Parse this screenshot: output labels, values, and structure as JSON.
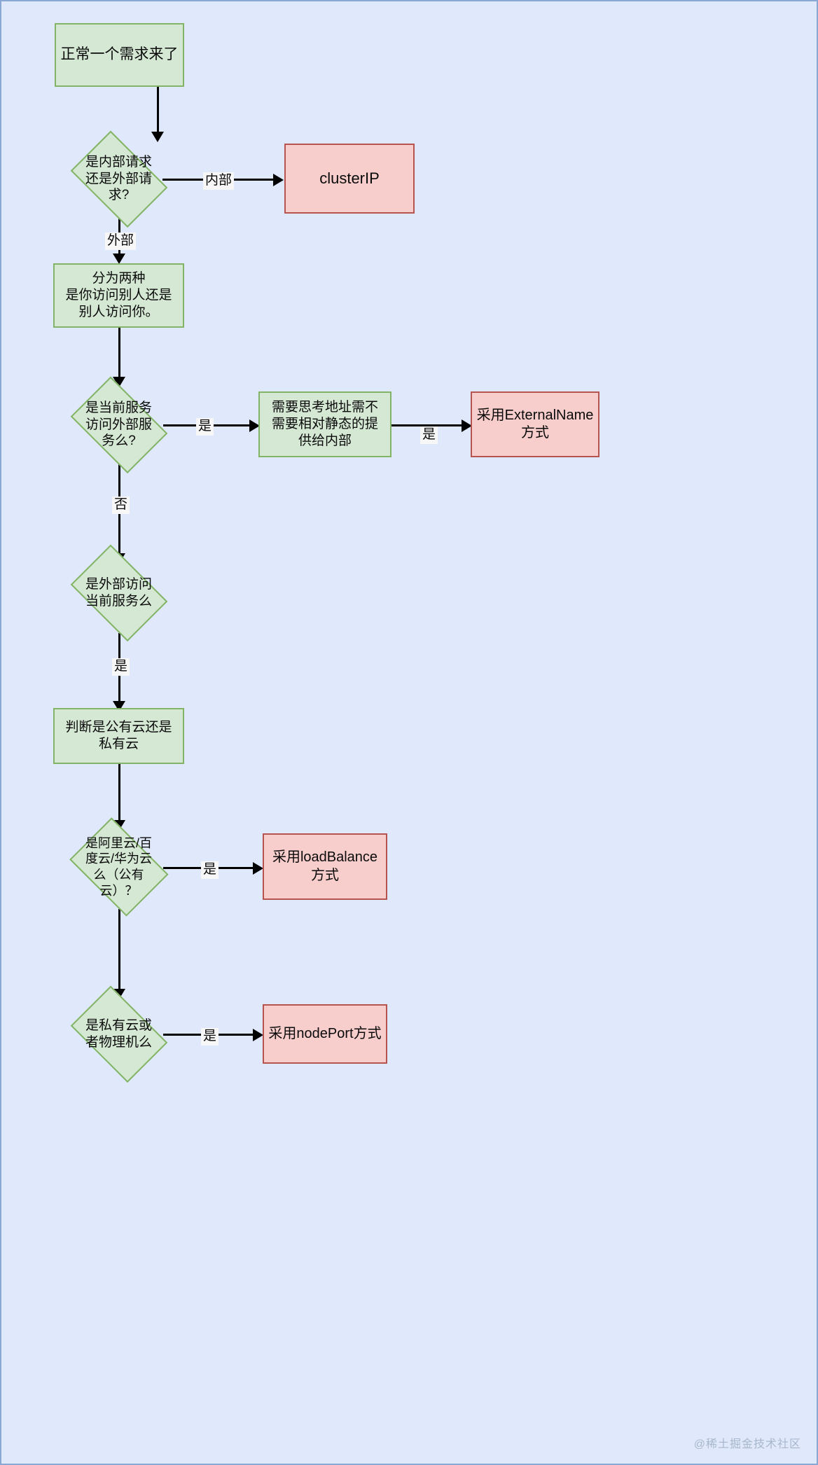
{
  "diagram": {
    "type": "flowchart",
    "background_color": "#dfe9fb",
    "border_color": "#8aa8d4",
    "green_fill": "#d5e8d4",
    "green_stroke": "#82b366",
    "red_fill": "#f8cecc",
    "red_stroke": "#b85450",
    "watermark": "@稀土掘金技术社区"
  },
  "nodes": {
    "start": {
      "label": "正常一个需求来了",
      "shape": "rect",
      "color": "green"
    },
    "d1": {
      "label": "是内部请求\n还是外部请\n求?",
      "shape": "diamond",
      "color": "green"
    },
    "clusterip": {
      "label": "clusterIP",
      "shape": "rect",
      "color": "red"
    },
    "p1": {
      "label": "分为两种\n是你访问别人还是\n别人访问你。",
      "shape": "rect",
      "color": "green"
    },
    "d2": {
      "label": "是当前服务\n访问外部服\n务么?",
      "shape": "diamond",
      "color": "green"
    },
    "p2": {
      "label": "需要思考地址需不\n需要相对静态的提\n供给内部",
      "shape": "rect",
      "color": "green"
    },
    "externalname": {
      "label": "采用ExternalName\n方式",
      "shape": "rect",
      "color": "red"
    },
    "d3": {
      "label": "是外部访问\n当前服务么",
      "shape": "diamond",
      "color": "green"
    },
    "p3": {
      "label": "判断是公有云还是\n私有云",
      "shape": "rect",
      "color": "green"
    },
    "d4": {
      "label": "是阿里云/百\n度云/华为云\n么（公有\n云）？",
      "shape": "diamond",
      "color": "green"
    },
    "loadbalance": {
      "label": "采用loadBalance\n方式",
      "shape": "rect",
      "color": "red"
    },
    "d5": {
      "label": "是私有云或\n者物理机么",
      "shape": "diamond",
      "color": "green"
    },
    "nodeport": {
      "label": "采用nodePort方式",
      "shape": "rect",
      "color": "red"
    }
  },
  "edge_labels": {
    "d1_to_clusterip": "内部",
    "d1_to_p1": "外部",
    "d2_to_p2": "是",
    "p2_to_externalname": "是",
    "d2_to_d3": "否",
    "d3_to_p3": "是",
    "d4_to_loadbalance": "是",
    "d5_to_nodeport": "是"
  }
}
